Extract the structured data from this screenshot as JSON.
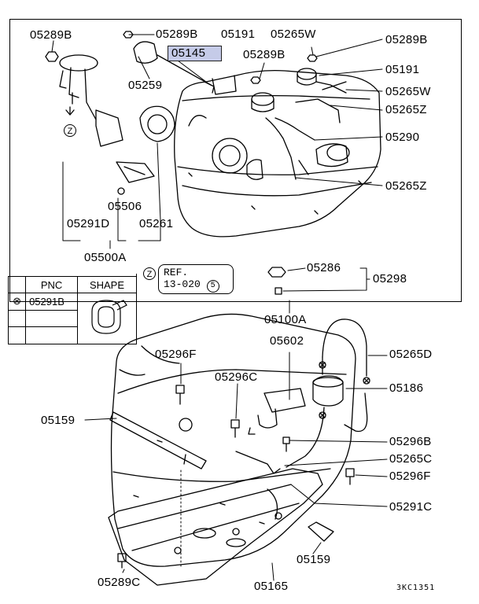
{
  "upper_box": {
    "labels": {
      "p05289B_left": "05289B",
      "p05289B_top": "05289B",
      "p05191_top": "05191",
      "p05265W_top": "05265W",
      "p05289B_right": "05289B",
      "p05145": "05145",
      "p05289B_mid": "05289B",
      "p05191_right": "05191",
      "p05259": "05259",
      "p05265W_right": "05265W",
      "p05265Z_top": "05265Z",
      "p05290": "05290",
      "p05265Z_bottom": "05265Z",
      "p05506": "05506",
      "p05291D": "05291D",
      "p05261": "05261",
      "p05500A": "05500A",
      "p05286": "05286",
      "p05298": "05298",
      "p05100A": "05100A"
    },
    "z_marker": "Z",
    "ref_box": {
      "marker": "Z",
      "line1": "REF.",
      "line2": "13-020",
      "circled": "5"
    }
  },
  "pnc_table": {
    "headers": [
      "PNC",
      "SHAPE"
    ],
    "rows": [
      {
        "mark": "⊗",
        "pnc": "05291B"
      },
      {
        "mark": "",
        "pnc": ""
      },
      {
        "mark": "",
        "pnc": ""
      }
    ]
  },
  "lower": {
    "labels": {
      "p05296F_top": "05296F",
      "p05602": "05602",
      "p05265D": "05265D",
      "p05296C": "05296C",
      "p05186": "05186",
      "p05159_left": "05159",
      "p05296B": "05296B",
      "p05265C": "05265C",
      "p05296F_right": "05296F",
      "p05291C": "05291C",
      "p05159_bottom": "05159",
      "p05289C": "05289C",
      "p05165": "05165"
    }
  },
  "diagram_code": "3KC1351"
}
